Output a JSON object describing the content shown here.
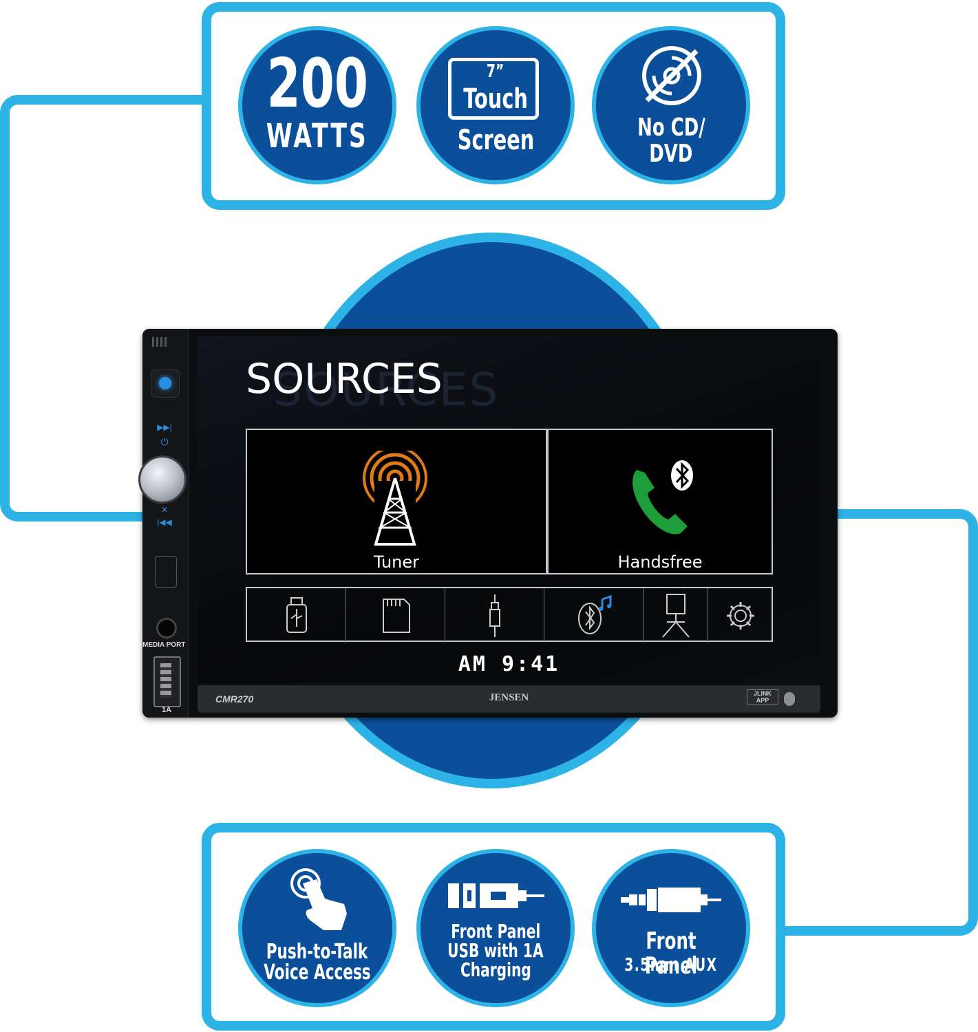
{
  "top_features": [
    {
      "line1": "200",
      "line2": "WATTS",
      "icon": "none"
    },
    {
      "box_line1": "7”",
      "box_line2": "Touch",
      "line3": "Screen",
      "icon": "screen-outline-icon"
    },
    {
      "line1": "No CD/",
      "line2": "DVD",
      "icon": "no-disc-icon"
    }
  ],
  "screen": {
    "title": "SOURCES",
    "title_ghost": "SOURCES",
    "tiles": [
      {
        "label": "Tuner",
        "icon": "radio-tower-icon"
      },
      {
        "label": "Handsfree",
        "icon": "phone-bluetooth-icon"
      }
    ],
    "strip_icons": [
      "usb-icon",
      "sd-card-icon",
      "aux-jack-icon",
      "bluetooth-music-icon",
      "camera-icon",
      "settings-icon"
    ],
    "clock": "AM 9:41"
  },
  "device": {
    "model": "CMR270",
    "brand": "JENSEN",
    "app_badge_line1": "JLINK",
    "app_badge_line2": "APP",
    "media_port_label": "MEDIA PORT",
    "usb_amp_label": "1A"
  },
  "bottom_features": [
    {
      "line1": "Push-to-Talk",
      "line2": "Voice Access",
      "icon": "tap-hand-icon"
    },
    {
      "line1": "Front Panel",
      "line2": "USB with 1A",
      "line3": "Charging",
      "icon": "usb-plug-icon"
    },
    {
      "line1": "Front Panel",
      "line2": "3.5mm AUX",
      "icon": "aux-plug-icon"
    }
  ],
  "colors": {
    "accent": "#2db3e6",
    "badge": "#0b4f9a",
    "icon_blue": "#2a8ee0",
    "tuner_orange": "#e07b18",
    "phone_green": "#1e9e3a"
  }
}
